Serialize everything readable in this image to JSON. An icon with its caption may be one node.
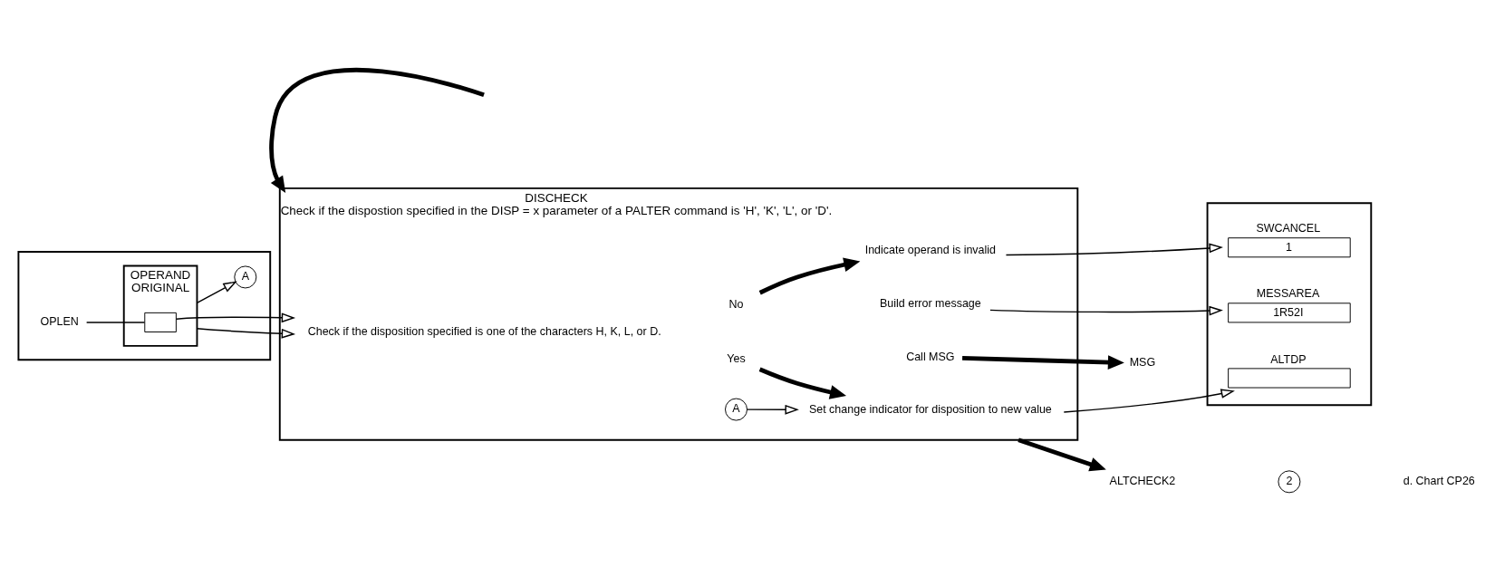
{
  "diagram": {
    "nodes": [
      {
        "text": [],
        "shape": "box"
      },
      {
        "text": [
          "OPERAND",
          "ORIGINAL"
        ],
        "in": 0
      },
      {
        "text": [
          "OPLEN"
        ],
        "in": 0
      },
      {
        "text": [],
        "shape": "box",
        "in": 1
      },
      {
        "text": [
          "A"
        ],
        "in": 0
      },
      {
        "text": [
          "DISCHECK",
          "Check if the dispostion specified in the DISP = x parameter of a PALTER command is 'H', 'K', 'L', or 'D'."
        ]
      },
      {
        "text": [
          "Check if the disposition specified is one of the characters H, K, L, or D."
        ],
        "in": 5
      },
      {
        "text": [
          "Yes"
        ],
        "in": 5
      },
      {
        "text": [
          "No"
        ],
        "in": 5
      },
      {
        "text": [
          "Indicate operand is invalid"
        ],
        "in": 5
      },
      {
        "text": [
          "Build error message"
        ],
        "in": 5
      },
      {
        "text": [
          "Call MSG"
        ],
        "in": 5
      },
      {
        "text": [
          "A"
        ],
        "in": 5
      },
      {
        "text": [
          "Set change indicator for disposition to new value"
        ],
        "in": 5
      },
      {
        "text": [
          "MSG"
        ]
      },
      {
        "text": [],
        "shape": "box"
      },
      {
        "text": [
          "SWCANCEL",
          "1"
        ],
        "in": 15
      },
      {
        "text": [
          "MESSAREA",
          "1R52I"
        ],
        "in": 15
      },
      {
        "text": [
          "ALTDP"
        ],
        "in": 15
      },
      {
        "text": [
          "ALTCHECK2"
        ]
      },
      {
        "text": [
          "2"
        ]
      }
    ],
    "edges": [
      {
        "from": null,
        "to": 5,
        "arrow": "to",
        "style": "thick"
      },
      {
        "from": 1,
        "to": 6,
        "arrow": "to"
      },
      {
        "from": 3,
        "to": 6,
        "arrow": "to"
      },
      {
        "from": 1,
        "to": 4,
        "arrow": "to"
      },
      {
        "from": 2,
        "to": 3,
        "arrow": "none"
      },
      {
        "from": 12,
        "to": 13,
        "arrow": "to"
      },
      {
        "from": 8,
        "to": 9,
        "arrow": "to",
        "style": "thick"
      },
      {
        "from": 7,
        "to": 13,
        "arrow": "to",
        "style": "thick"
      },
      {
        "from": 9,
        "to": 16,
        "arrow": "to"
      },
      {
        "from": 10,
        "to": 17,
        "arrow": "to"
      },
      {
        "from": 11,
        "to": 14,
        "arrow": "to",
        "style": "thick"
      },
      {
        "from": 13,
        "to": 18,
        "arrow": "to"
      },
      {
        "from": 5,
        "to": 19,
        "arrow": "to",
        "style": "thick"
      }
    ],
    "labels": [
      "d. Chart CP26"
    ]
  }
}
